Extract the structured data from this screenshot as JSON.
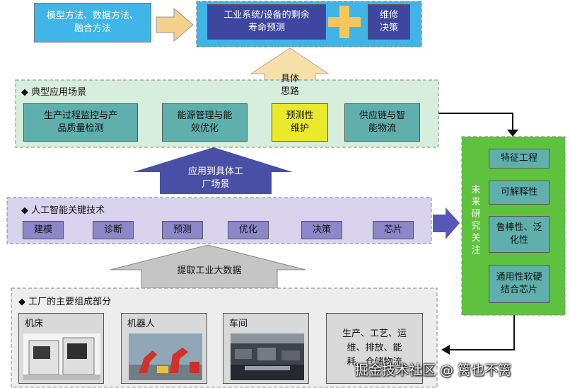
{
  "top": {
    "methods": "模型方法、数据方法、融合方法",
    "rul": "工业系统/设备的剩余寿命预测",
    "decision": "维修决策"
  },
  "concrete_idea": "具体思路",
  "typical": {
    "title": "◆ 典型应用场景",
    "items": [
      "生产过程监控与产品质量检测",
      "能源管理与能效优化",
      "预测性维护",
      "供应链与智能物流"
    ]
  },
  "apply_arrow": "应用到具体工厂场景",
  "ai": {
    "title": "◆ 人工智能关键技术",
    "items": [
      "建模",
      "诊断",
      "预测",
      "优化",
      "决策",
      "芯片"
    ]
  },
  "extract_arrow": "提取工业大数据",
  "factory": {
    "title": "◆ 工厂的主要组成部分",
    "items": [
      "机床",
      "机器人",
      "车间"
    ],
    "other": "生产、工艺、运维、排放、能耗、仓储物流"
  },
  "future": {
    "label": "未来研究关注",
    "items": [
      "特征工程",
      "可解释性",
      "鲁棒性、泛化性",
      "通用性软硬结合芯片"
    ]
  },
  "watermark": "掘金技术社区 @ 篱也不篱"
}
